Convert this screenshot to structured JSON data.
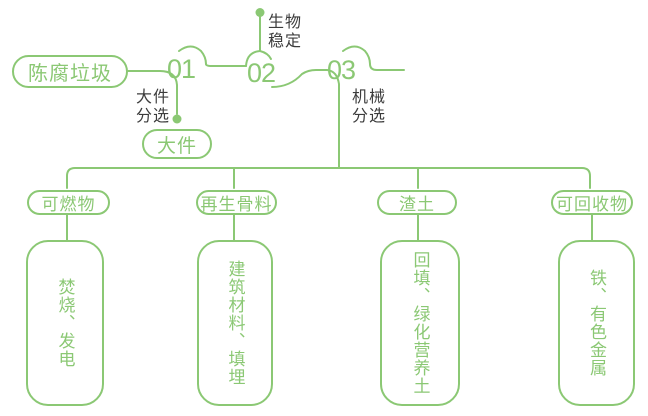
{
  "colors": {
    "line_green": "#8BC874",
    "text_dark": "#3C3C3C",
    "background": "#FFFFFF"
  },
  "source_node": {
    "label": "陈腐垃圾"
  },
  "steps": [
    {
      "number": "01",
      "label": "大件分选",
      "output": "大件"
    },
    {
      "number": "02",
      "label": "生物稳定"
    },
    {
      "number": "03",
      "label": "机械分选"
    }
  ],
  "branches": [
    {
      "category": "可燃物",
      "result": "焚烧、发电"
    },
    {
      "category": "再生骨料",
      "result": "建筑材料、填埋"
    },
    {
      "category": "渣土",
      "result": "回填、绿化营养土"
    },
    {
      "category": "可回收物",
      "result": "铁、有色金属"
    }
  ]
}
